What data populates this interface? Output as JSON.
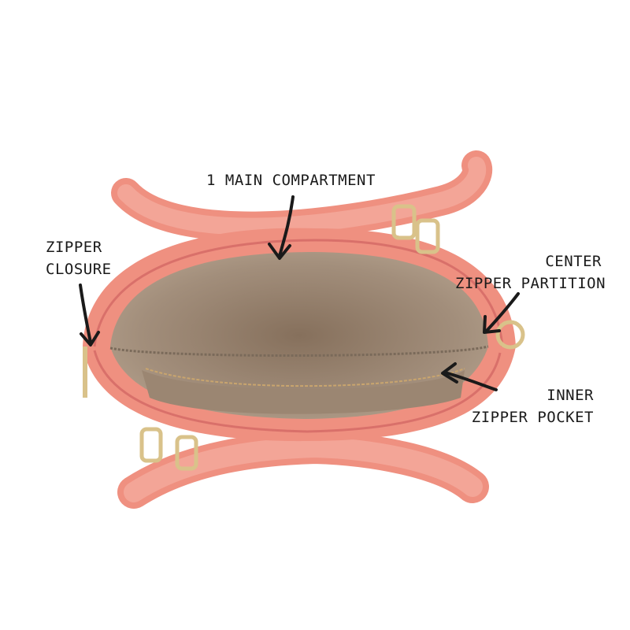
{
  "image": {
    "subject": "pink handbag top view",
    "colors": {
      "leather": "#ef9080",
      "leather_dark": "#d9706a",
      "lining": "#a28e7b",
      "lining_dark": "#8a7562",
      "hardware": "#d9c28a",
      "ink": "#1a1a1a"
    }
  },
  "callouts": {
    "main_compartment": {
      "line1": "1 MAIN COMPARTMENT"
    },
    "zipper_closure": {
      "line1": "ZIPPER",
      "line2": "CLOSURE"
    },
    "center_partition": {
      "line1": "CENTER",
      "line2": "ZIPPER PARTITION"
    },
    "inner_pocket": {
      "line1": "INNER",
      "line2": "ZIPPER POCKET"
    }
  }
}
